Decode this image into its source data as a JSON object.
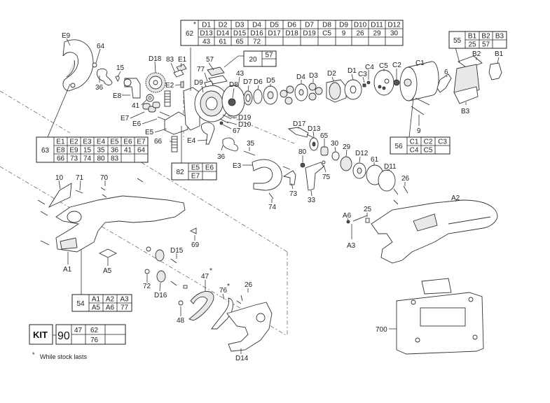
{
  "diagram": {
    "title": "Exploded parts diagram",
    "part_labels": {
      "E9": "E9",
      "n64": "64",
      "n15": "15",
      "n36a": "36",
      "E8": "E8",
      "D18": "D18",
      "n83": "83",
      "E1": "E1",
      "E2": "E2",
      "n41": "41",
      "E7": "E7",
      "E6": "E6",
      "E5": "E5",
      "n66": "66",
      "E4": "E4",
      "n36b": "36",
      "n35": "35",
      "E3": "E3",
      "n57": "57",
      "n77": "77",
      "n43": "43",
      "D9": "D9",
      "D8": "D8",
      "D7": "D7",
      "D6": "D6",
      "D5": "D5",
      "D4": "D4",
      "D3": "D3",
      "D2": "D2",
      "D1": "D1",
      "C3": "C3",
      "C4": "C4",
      "C5": "C5",
      "C2": "C2",
      "C1": "C1",
      "n6": "6",
      "B2": "B2",
      "B1": "B1",
      "B3": "B3",
      "n9": "9",
      "D19": "D19",
      "D10": "D10",
      "n67": "67",
      "D17": "D17",
      "D13": "D13",
      "n65": "65",
      "n30": "30",
      "n29": "29",
      "D12": "D12",
      "n80": "80",
      "n61": "61",
      "D11": "D11",
      "n26a": "26",
      "n75": "75",
      "n73": "73",
      "n33": "33",
      "n74": "74",
      "n10": "10",
      "n71": "71",
      "n70": "70",
      "A1": "A1",
      "A5": "A5",
      "D15": "D15",
      "n69": "69",
      "n72": "72",
      "D16": "D16",
      "n47": "47",
      "n76": "76",
      "n26b": "26",
      "n48": "48",
      "D14": "D14",
      "A2": "A2",
      "A6": "A6",
      "n25": "25",
      "A3": "A3",
      "n700": "700",
      "star47": "*",
      "star76": "*"
    },
    "kit_tables": [
      {
        "id": "62",
        "star": "*",
        "rows": [
          [
            "D1",
            "D2",
            "D3",
            "D4",
            "D5",
            "D6",
            "D7",
            "D8",
            "D9",
            "D10",
            "D11",
            "D12"
          ],
          [
            "D13",
            "D14",
            "D15",
            "D16",
            "D17",
            "D18",
            "D19",
            "C5",
            "9",
            "26",
            "29",
            "30"
          ],
          [
            "43",
            "61",
            "65",
            "72",
            "",
            "",
            "",
            "",
            "",
            "",
            "",
            ""
          ]
        ]
      },
      {
        "id": "55",
        "rows": [
          [
            "B1",
            "B2",
            "B3"
          ],
          [
            "25",
            "57",
            ""
          ]
        ]
      },
      {
        "id": "20",
        "rows": [
          [
            "57"
          ],
          [
            ""
          ]
        ]
      },
      {
        "id": "63",
        "rows": [
          [
            "E1",
            "E2",
            "E3",
            "E4",
            "E5",
            "E6",
            "E7"
          ],
          [
            "E8",
            "E9",
            "15",
            "35",
            "36",
            "41",
            "64"
          ],
          [
            "66",
            "73",
            "74",
            "80",
            "83",
            "",
            ""
          ]
        ]
      },
      {
        "id": "56",
        "rows": [
          [
            "C1",
            "C2",
            "C3"
          ],
          [
            "C4",
            "C5",
            ""
          ]
        ]
      },
      {
        "id": "82",
        "rows": [
          [
            "E5",
            "E6"
          ],
          [
            "E7",
            ""
          ]
        ]
      },
      {
        "id": "54",
        "rows": [
          [
            "A1",
            "A2",
            "A3"
          ],
          [
            "A5",
            "A6",
            "77"
          ]
        ]
      }
    ],
    "kit": {
      "label": "KIT",
      "number": "90",
      "rows": [
        [
          "47",
          "62",
          ""
        ],
        [
          "",
          "76",
          ""
        ]
      ]
    },
    "footnote": {
      "star": "*",
      "text": "While stock lasts"
    }
  }
}
